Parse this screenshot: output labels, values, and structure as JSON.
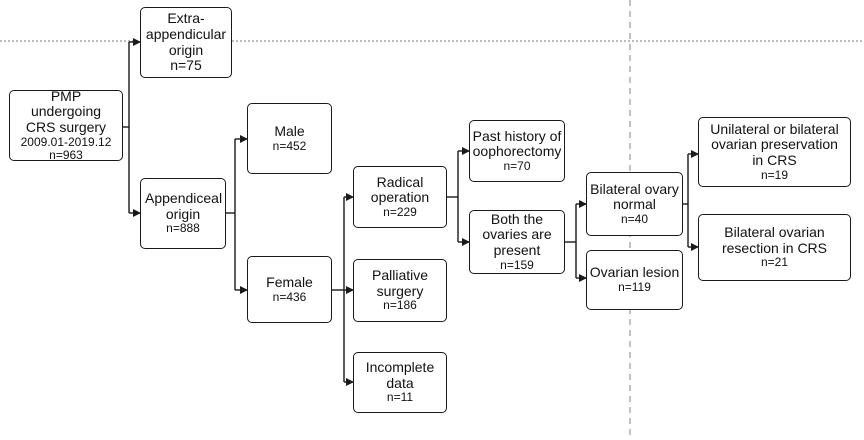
{
  "boxes": {
    "pmp": {
      "label": "PMP  undergoing CRS surgery",
      "sub": "2009.01-2019.12",
      "count": "n=963"
    },
    "extra": {
      "label": "Extra-appendicular origin",
      "count": "n=75"
    },
    "appendiceal": {
      "label": "Appendiceal origin",
      "count": "n=888"
    },
    "male": {
      "label": "Male",
      "count": "n=452"
    },
    "female": {
      "label": "Female",
      "count": "n=436"
    },
    "radical": {
      "label": "Radical operation",
      "count": "n=229"
    },
    "palliative": {
      "label": "Palliative surgery",
      "count": "n=186"
    },
    "incomplete": {
      "label": "Incomplete data",
      "count": "n=11"
    },
    "past_history": {
      "label": "Past history of oophorectomy",
      "count": "n=70"
    },
    "both_ovaries": {
      "label": "Both the ovaries are present",
      "count": "n=159"
    },
    "bilateral_normal": {
      "label": "Bilateral ovary normal",
      "count": "n=40"
    },
    "ovarian_lesion": {
      "label": "Ovarian lesion",
      "count": "n=119"
    },
    "preservation": {
      "label": "Unilateral or bilateral ovarian preservation in CRS",
      "count": "n=19"
    },
    "resection": {
      "label": "Bilateral ovarian resection in CRS",
      "count": "n=21"
    }
  }
}
